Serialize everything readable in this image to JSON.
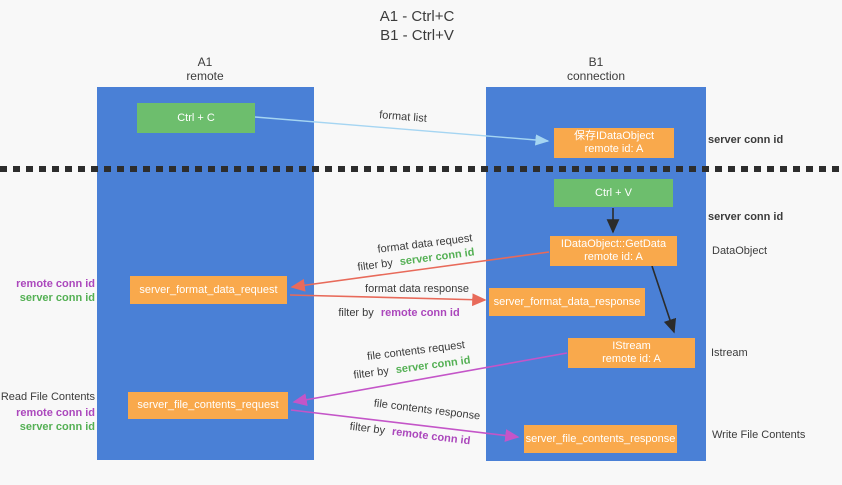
{
  "title": {
    "line1": "A1 - Ctrl+C",
    "line2": "B1 - Ctrl+V"
  },
  "lifelines": {
    "a1": {
      "name": "A1",
      "subtitle": "remote"
    },
    "b1": {
      "name": "B1",
      "subtitle": "connection"
    }
  },
  "boxes": {
    "ctrl_c": {
      "label": "Ctrl + C"
    },
    "save_dataobject": {
      "line1": "保存IDataObject",
      "line2": "remote id: A"
    },
    "ctrl_v": {
      "label": "Ctrl + V"
    },
    "getdata": {
      "line1": "IDataObject::GetData",
      "line2": "remote id: A"
    },
    "format_request": {
      "label": "server_format_data_request"
    },
    "format_response": {
      "label": "server_format_data_response"
    },
    "istream": {
      "line1": "IStream",
      "line2": "remote id: A"
    },
    "file_request": {
      "label": "server_file_contents_request"
    },
    "file_response": {
      "label": "server_file_contents_response"
    }
  },
  "edge_labels": {
    "format_list": "format list",
    "format_request_title": "format data request",
    "format_request_filter_prefix": "filter by",
    "format_request_filter_key": "server conn id",
    "format_response_title": "format data response",
    "format_response_filter_prefix": "filter by",
    "format_response_filter_key": "remote conn id",
    "file_request_title": "file contents request",
    "file_request_filter_prefix": "filter by",
    "file_request_filter_key": "server conn id",
    "file_response_title": "file contents response",
    "file_response_filter_prefix": "filter by",
    "file_response_filter_key": "remote conn id"
  },
  "annotations": {
    "right_server_conn_id_1": "server conn id",
    "right_server_conn_id_2": "server conn id",
    "right_dataobject": "DataObject",
    "right_istream": "Istream",
    "right_write_file_contents": "Write File Contents",
    "left_remote_conn_id_1": "remote conn id",
    "left_server_conn_id_1": "server conn id",
    "left_read_file_contents": "Read File Contents",
    "left_remote_conn_id_2": "remote conn id",
    "left_server_conn_id_2": "server conn id"
  },
  "colors": {
    "lifeline_blue": "#4a80d6",
    "box_orange": "#f9a94c",
    "box_green": "#6dbe6d",
    "server_conn_green": "#54b054",
    "remote_conn_purple": "#ab47bc",
    "format_arrow_red": "#e86a5a",
    "file_arrow_magenta": "#c455c8",
    "format_list_arrow_blue": "#a5d5f2",
    "control_arrow_black": "#2b2b2b"
  }
}
